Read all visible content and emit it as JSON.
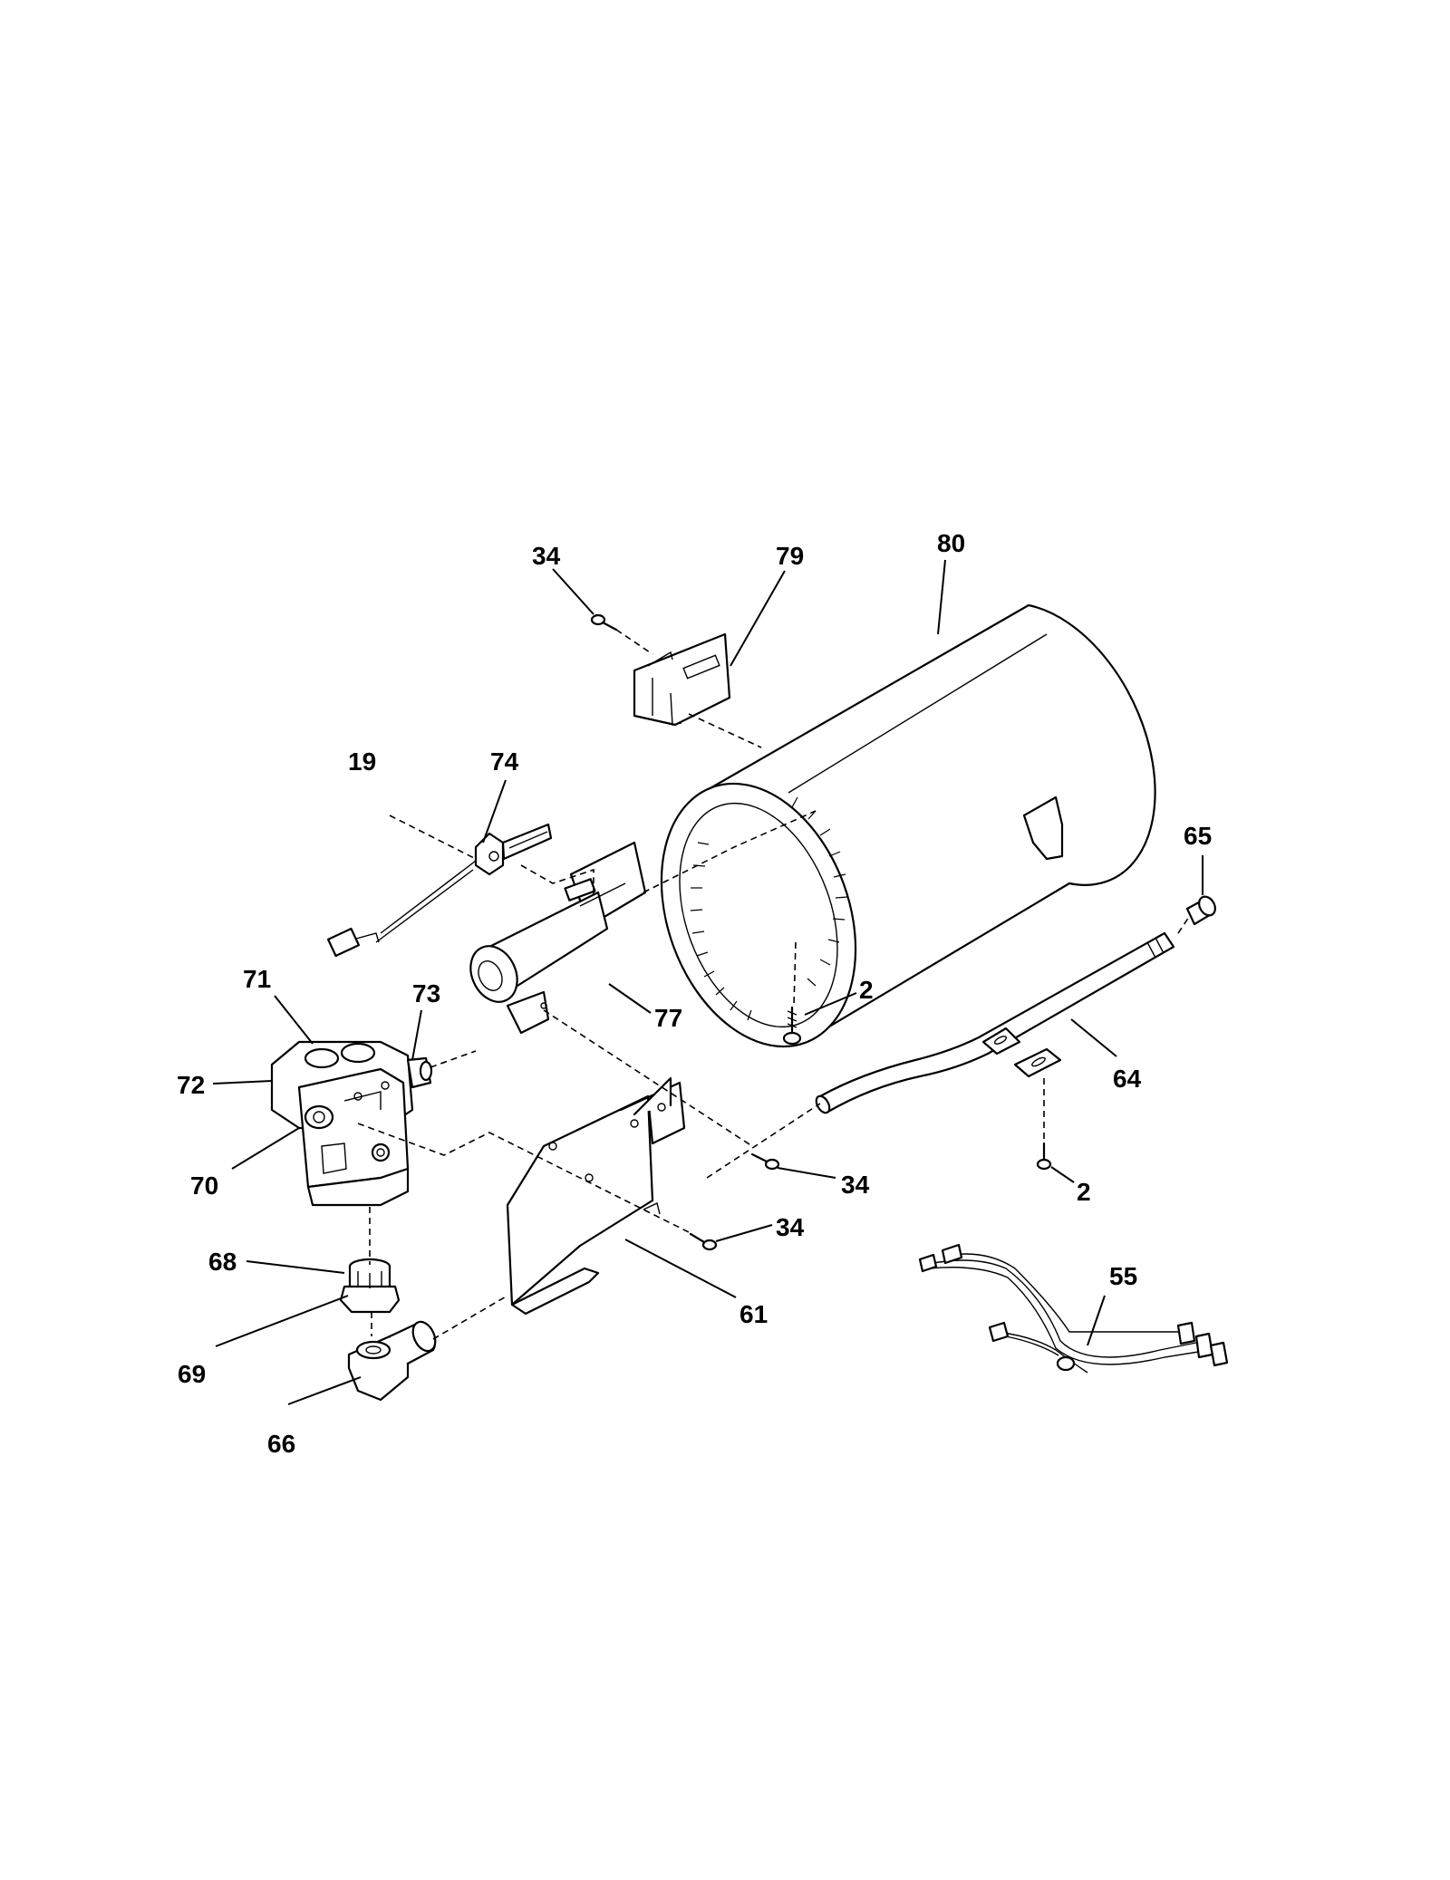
{
  "diagram": {
    "type": "exploded-parts-diagram",
    "part_callouts": {
      "c34_top": "34",
      "c79": "79",
      "c80": "80",
      "c19": "19",
      "c74": "74",
      "c65": "65",
      "c71": "71",
      "c73": "73",
      "c2_center": "2",
      "c77": "77",
      "c72": "72",
      "c64": "64",
      "c70": "70",
      "c34_mid": "34",
      "c2_right": "2",
      "c34_low": "34",
      "c68": "68",
      "c55": "55",
      "c61": "61",
      "c69": "69",
      "c66": "66"
    }
  }
}
